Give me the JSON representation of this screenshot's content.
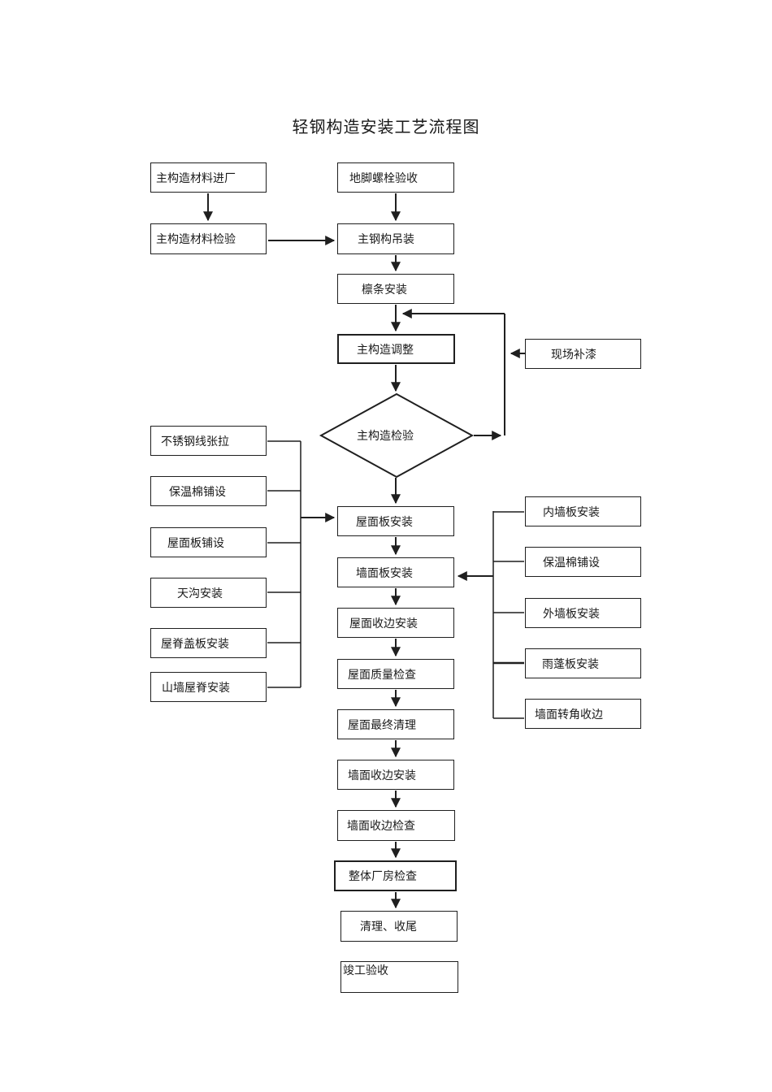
{
  "title": "轻钢构造安装工艺流程图",
  "colors": {
    "background": "#ffffff",
    "line": "#1f1f1f",
    "box_border": "#1f1f1f",
    "text": "#1a1a1a"
  },
  "nodes": {
    "left": [
      {
        "label": "主构造材料进厂"
      },
      {
        "label": "主构造材料检验"
      },
      {
        "label": "不锈钢线张拉"
      },
      {
        "label": "保温棉铺设"
      },
      {
        "label": "屋面板铺设"
      },
      {
        "label": "天沟安装"
      },
      {
        "label": "屋脊盖板安装"
      },
      {
        "label": "山墙屋脊安装"
      }
    ],
    "center": [
      {
        "label": "地脚螺栓验收"
      },
      {
        "label": "主钢构吊装"
      },
      {
        "label": "檩条安装"
      },
      {
        "label": "主构造调整"
      },
      {
        "label": "屋面板安装"
      },
      {
        "label": "墙面板安装"
      },
      {
        "label": "屋面收边安装"
      },
      {
        "label": "屋面质量检查"
      },
      {
        "label": "屋面最终清理"
      },
      {
        "label": "墙面收边安装"
      },
      {
        "label": "墙面收边检查"
      },
      {
        "label": "整体厂房检查"
      },
      {
        "label": "清理、收尾"
      },
      {
        "label": "竣工验收"
      }
    ],
    "decision": {
      "label": "主构造检验"
    },
    "right": [
      {
        "label": "现场补漆"
      },
      {
        "label": "内墙板安装"
      },
      {
        "label": "保温棉铺设"
      },
      {
        "label": "外墙板安装"
      },
      {
        "label": "雨蓬板安装"
      },
      {
        "label": "墙面转角收边"
      }
    ]
  },
  "edges": [
    "主构造材料进厂 -> 主构造材料检验",
    "主构造材料检验 -> 主钢构吊装",
    "地脚螺栓验收 -> 主钢构吊装",
    "主钢构吊装 -> 檩条安装",
    "檩条安装 -> 主构造调整",
    "主构造调整 -> 主构造检验",
    "主构造检验 -> 屋面板安装",
    "主构造检验 -> 回线(返工)",
    "现场补漆 -> 回线(返工)",
    "回线(返工) -> 檩条安装与主构造调整之间",
    "不锈钢线张拉/保温棉铺设/屋面板铺设/天沟安装/屋脊盖板安装/山墙屋脊安装 -> 屋面板安装",
    "屋面板安装 -> 墙面板安装",
    "内墙板安装/保温棉铺设/外墙板安装/雨蓬板安装/墙面转角收边 -> 墙面板安装",
    "墙面板安装 -> 屋面收边安装",
    "屋面收边安装 -> 屋面质量检查",
    "屋面质量检查 -> 屋面最终清理",
    "屋面最终清理 -> 墙面收边安装",
    "墙面收边安装 -> 墙面收边检查",
    "墙面收边检查 -> 整体厂房检查",
    "整体厂房检查 -> 清理、收尾"
  ]
}
